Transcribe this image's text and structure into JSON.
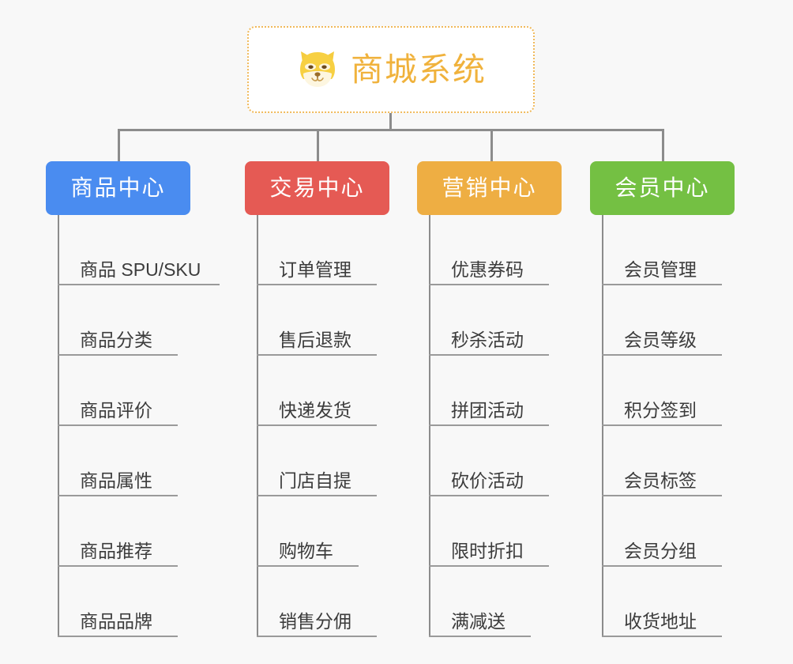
{
  "background_color": "#f8f8f8",
  "root": {
    "title": "商城系统",
    "icon": "shiba-dog-face-icon",
    "text_color": "#f0b23c",
    "border_color": "#f0b95a"
  },
  "branches": [
    {
      "label": "商品中心",
      "color": "#4a8cf0",
      "items": [
        "商品 SPU/SKU",
        "商品分类",
        "商品评价",
        "商品属性",
        "商品推荐",
        "商品品牌"
      ]
    },
    {
      "label": "交易中心",
      "color": "#e55a54",
      "items": [
        "订单管理",
        "售后退款",
        "快递发货",
        "门店自提",
        "购物车",
        "销售分佣"
      ]
    },
    {
      "label": "营销中心",
      "color": "#eeae43",
      "items": [
        "优惠券码",
        "秒杀活动",
        "拼团活动",
        "砍价活动",
        "限时折扣",
        "满减送"
      ]
    },
    {
      "label": "会员中心",
      "color": "#74c043",
      "items": [
        "会员管理",
        "会员等级",
        "积分签到",
        "会员标签",
        "会员分组",
        "收货地址"
      ]
    }
  ],
  "connector_color": "#8c8c8c",
  "leaf_text_color": "#3c3c3c"
}
